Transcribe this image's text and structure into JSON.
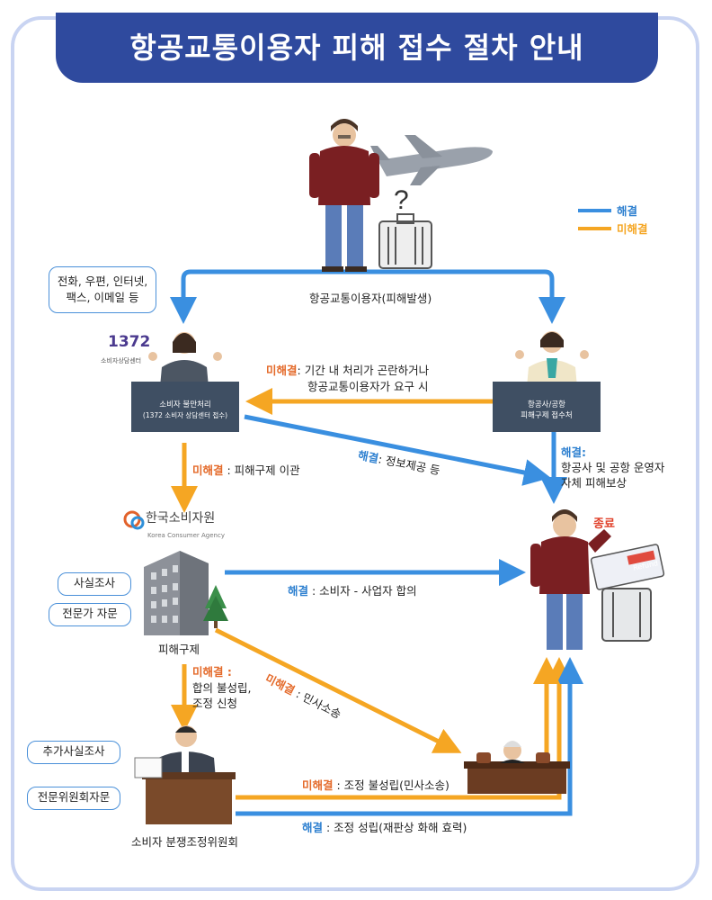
{
  "title": "항공교통이용자 피해 접수 절차 안내",
  "legend": {
    "resolved": "해결",
    "unresolved": "미해결",
    "resolved_color": "#3a8fe0",
    "unresolved_color": "#f5a623"
  },
  "top_caption": "항공교통이용자(피해발생)",
  "channels_bubble": {
    "line1": "전화, 우편, 인터넷,",
    "line2": "팩스, 이메일 등"
  },
  "logo_1372": {
    "mark": "1372",
    "sub": "소비자상담센터"
  },
  "desk_left": {
    "line1": "소비자 불만처리",
    "line2": "(1372 소비자 상담센터 접수)"
  },
  "desk_right": {
    "line1": "항공사/공항",
    "line2": "피해구제 접수처"
  },
  "unresolved_to_1372": {
    "tag": "미해결",
    "line1": ": 기간 내 처리가 곤란하거나",
    "line2": "항공교통이용자가 요구 시"
  },
  "info_provision": {
    "tag": "해결",
    "text": ": 정보제공 등"
  },
  "airline_resolved": {
    "tag": "해결:",
    "line1": "항공사 및 공항 운영자",
    "line2": "자체 피해보상"
  },
  "transfer": {
    "tag": "미해결",
    "text": " : 피해구제 이관"
  },
  "kca_logo": {
    "name": "한국소비자원",
    "english": "Korea Consumer Agency"
  },
  "bubble_fact": "사실조사",
  "bubble_expert": "전문가 자문",
  "relief_label": "피해구제",
  "end_label": "종료",
  "refund_tag": "Refund",
  "agreement": {
    "tag": "해결",
    "text": " : 소비자 - 사업자 합의"
  },
  "civil_suit": {
    "tag": "미해결",
    "text": " : 민사소송"
  },
  "mediation_request": {
    "tag": "미해결 :",
    "line1": "합의 불성립,",
    "line2": "조정 신청"
  },
  "bubble_add_fact": "추가사실조사",
  "bubble_committee": "전문위원회자문",
  "committee_label": "소비자 분쟁조정위원회",
  "mediation_fail": {
    "tag": "미해결",
    "text": " : 조정 불성립(민사소송)"
  },
  "mediation_success": {
    "tag": "해결",
    "text": " : 조정 성립(재판상 화해 효력)"
  }
}
